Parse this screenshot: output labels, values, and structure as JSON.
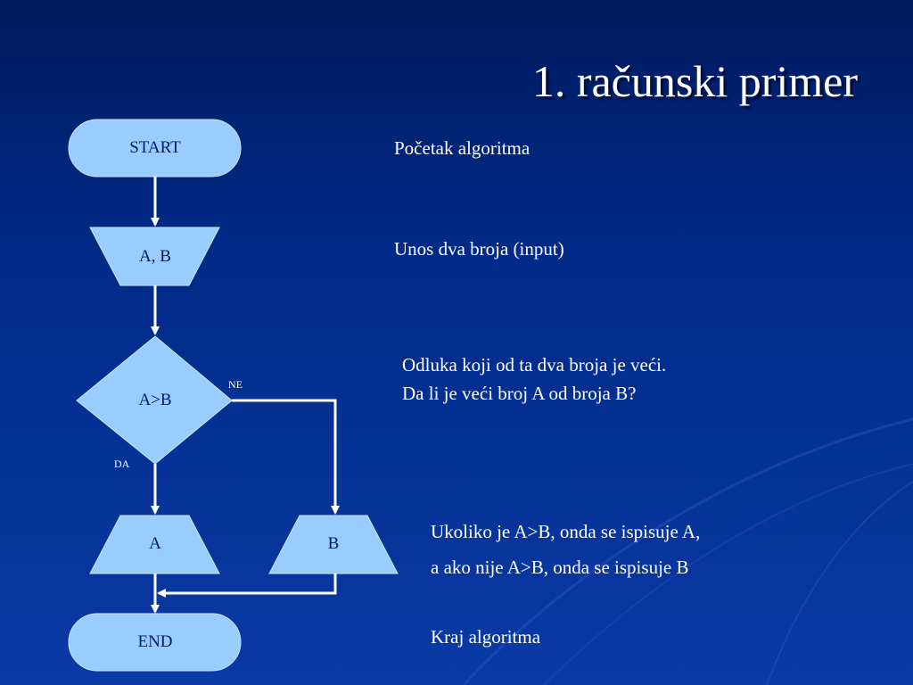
{
  "slide": {
    "title": "1. računski primer"
  },
  "flowchart": {
    "start_label": "START",
    "input_label": "A, B",
    "decision_label": "A>B",
    "no_label": "NE",
    "yes_label": "DA",
    "output_a_label": "A",
    "output_b_label": "B",
    "end_label": "END"
  },
  "descriptions": {
    "start": "Početak algoritma",
    "input": "Unos dva broja (input)",
    "decision_line1": "Odluka koji od ta dva broja je veći.",
    "decision_line2": "Da li je veći broj A od broja B?",
    "output_line1": "Ukoliko je A>B, onda se ispisuje A,",
    "output_line2": "a ako nije A>B, onda se ispisuje B",
    "end": "Kraj algoritma"
  },
  "colors": {
    "shape_fill": "#99ccff",
    "shape_text": "#001b6e",
    "connector": "#ffffff"
  }
}
